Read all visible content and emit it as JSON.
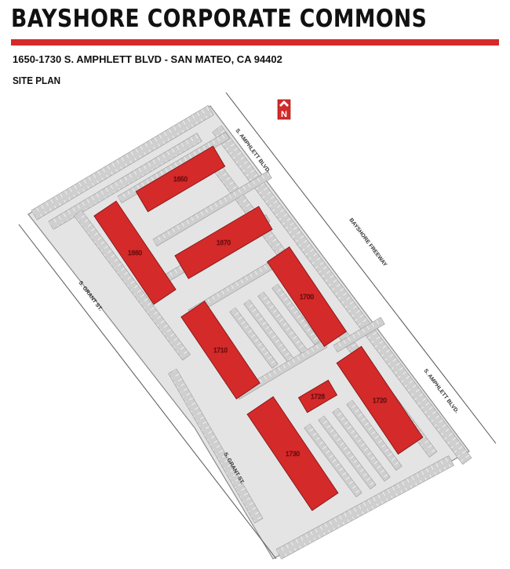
{
  "header": {
    "title": "BAYSHORE CORPORATE COMMONS",
    "address": "1650-1730 S. AMPHLETT BLVD - SAN MATEO, CA 94402",
    "subtitle": "SITE PLAN",
    "accent_color": "#d42a2a"
  },
  "map": {
    "north_arrow": {
      "label": "N",
      "icon": "north-arrow-icon"
    },
    "roads": {
      "amphlett_top": "S. AMPHLETT BLVD.",
      "bayshore_freeway": "BAYSHORE FREEWAY",
      "amphlett_bottom": "S. AMPHLETT BLVD.",
      "grant_top": "S. GRANT ST.",
      "grant_bottom": "S. GRANT ST."
    },
    "buildings": [
      {
        "number": "1650"
      },
      {
        "number": "1660"
      },
      {
        "number": "1670"
      },
      {
        "number": "1700"
      },
      {
        "number": "1710"
      },
      {
        "number": "1726"
      },
      {
        "number": "1720"
      },
      {
        "number": "1730"
      }
    ],
    "colors": {
      "building": "#d42a2a",
      "parking": "#cfcfcf",
      "background": "#ffffff"
    }
  }
}
